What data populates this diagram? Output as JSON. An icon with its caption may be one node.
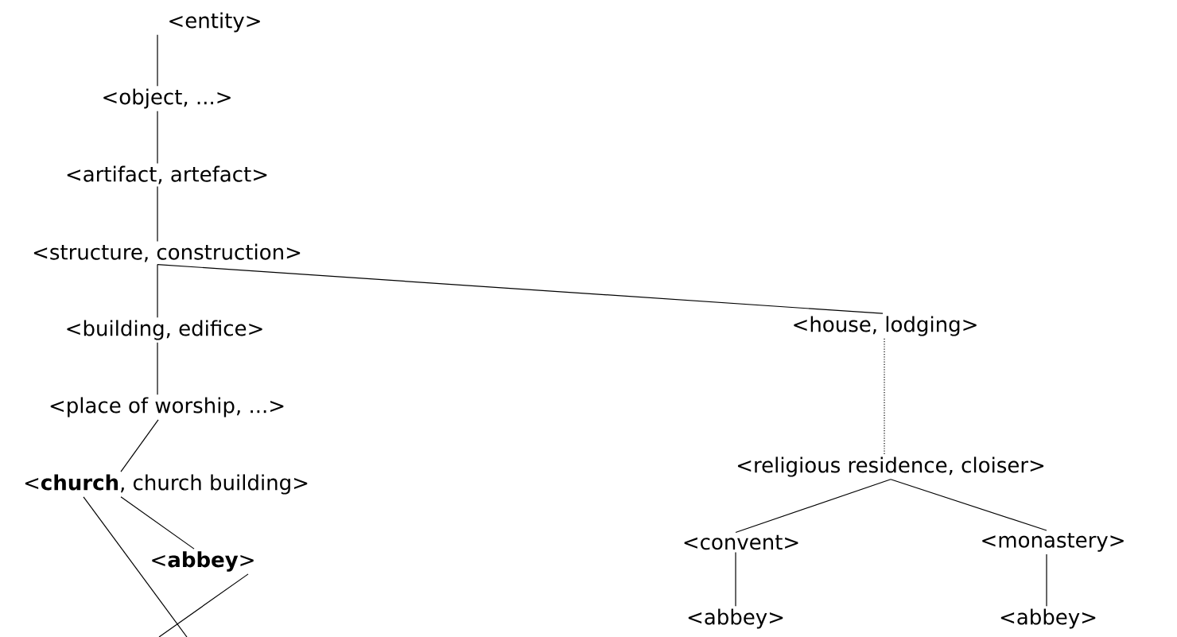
{
  "diagram": {
    "nodes": [
      {
        "text": [
          "<entity>"
        ]
      },
      {
        "text": [
          "<object, ...>"
        ]
      },
      {
        "text": [
          "<artifact, artefact>"
        ]
      },
      {
        "text": [
          "<structure, construction>"
        ]
      },
      {
        "text": [
          "<building, edifice>"
        ]
      },
      {
        "text": [
          "<house, lodging>"
        ]
      },
      {
        "text": [
          "<place of worship, ...>"
        ]
      },
      {
        "text": [
          "<religious residence, cloiser>"
        ]
      },
      {
        "text": [
          "<**church**, church building>"
        ]
      },
      {
        "text": [
          "<**abbey**>"
        ]
      },
      {
        "text": [
          "<convent>"
        ]
      },
      {
        "text": [
          "<monastery>"
        ]
      },
      {
        "text": [
          "<abbey>"
        ]
      },
      {
        "text": [
          "<abbey>"
        ]
      }
    ],
    "edges": [
      {
        "from": 0,
        "to": 1,
        "arrow": "none"
      },
      {
        "from": 1,
        "to": 2,
        "arrow": "none"
      },
      {
        "from": 2,
        "to": 3,
        "arrow": "none"
      },
      {
        "from": 3,
        "to": 4,
        "arrow": "none"
      },
      {
        "from": 3,
        "to": 5,
        "arrow": "none"
      },
      {
        "from": 4,
        "to": 6,
        "arrow": "none"
      },
      {
        "from": 5,
        "to": 7,
        "arrow": "none",
        "style": "dashed"
      },
      {
        "from": 6,
        "to": 8,
        "arrow": "none"
      },
      {
        "from": 7,
        "to": 10,
        "arrow": "none"
      },
      {
        "from": 7,
        "to": 11,
        "arrow": "none"
      },
      {
        "from": 8,
        "to": 9,
        "arrow": "none"
      },
      {
        "from": 10,
        "to": 12,
        "arrow": "none"
      },
      {
        "from": 11,
        "to": 13,
        "arrow": "none"
      },
      {
        "from": 8,
        "to": null,
        "arrow": "none"
      },
      {
        "from": 9,
        "to": null,
        "arrow": "none"
      }
    ]
  }
}
